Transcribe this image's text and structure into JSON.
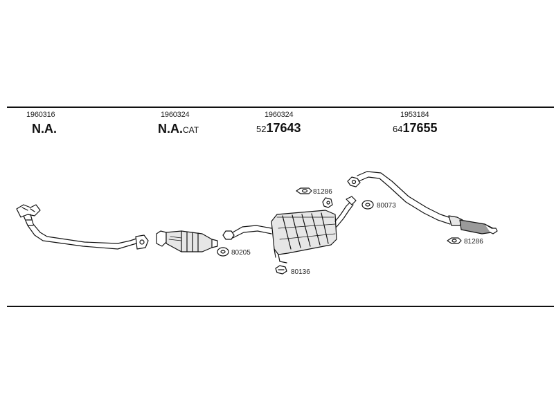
{
  "columns": [
    {
      "ref": "1960316",
      "code_prefix": "",
      "code_main": "N.A.",
      "code_suffix": ""
    },
    {
      "ref": "1960324",
      "code_prefix": "",
      "code_main": "N.A.",
      "code_suffix": "CAT"
    },
    {
      "ref": "1960324",
      "code_prefix": "52",
      "code_main": "17643",
      "code_suffix": ""
    },
    {
      "ref": "1953184",
      "code_prefix": "64",
      "code_main": "17655",
      "code_suffix": ""
    }
  ],
  "part_labels": {
    "gasket_81286_center": "81286",
    "gasket_80073": "80073",
    "gasket_81286_right": "81286",
    "gasket_80205": "80205",
    "bracket_80136": "80136"
  },
  "colors": {
    "line": "#111111",
    "part_fill": "#e6e6e6",
    "part_shade": "#9a9a9a"
  }
}
